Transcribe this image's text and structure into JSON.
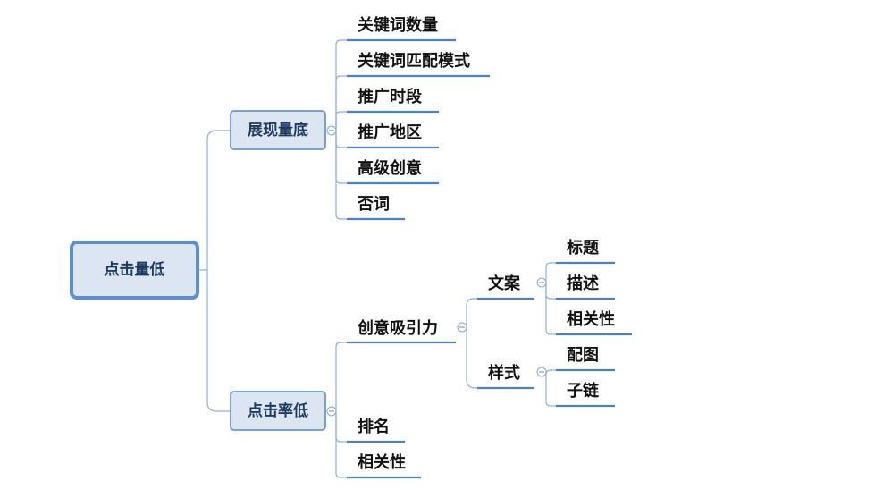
{
  "mindmap": {
    "root": "点击量低",
    "branches": [
      {
        "label": "展现量底",
        "children": [
          "关键词数量",
          "关键词匹配模式",
          "推广时段",
          "推广地区",
          "高级创意",
          "否词"
        ]
      },
      {
        "label": "点击率低",
        "children": [
          {
            "label": "创意吸引力",
            "children": [
              {
                "label": "文案",
                "children": [
                  "标题",
                  "描述",
                  "相关性"
                ]
              },
              {
                "label": "样式",
                "children": [
                  "配图",
                  "子链"
                ]
              }
            ]
          },
          "排名",
          "相关性"
        ]
      }
    ]
  },
  "colors": {
    "node_fill": "#dce6f2",
    "node_border": "#5b8fd0",
    "connector": "#8fb0d8",
    "underline": "#4f81bd",
    "node_text": "#1f3a5f"
  },
  "icons": {
    "collapse_toggle": "minus-circle-icon"
  }
}
